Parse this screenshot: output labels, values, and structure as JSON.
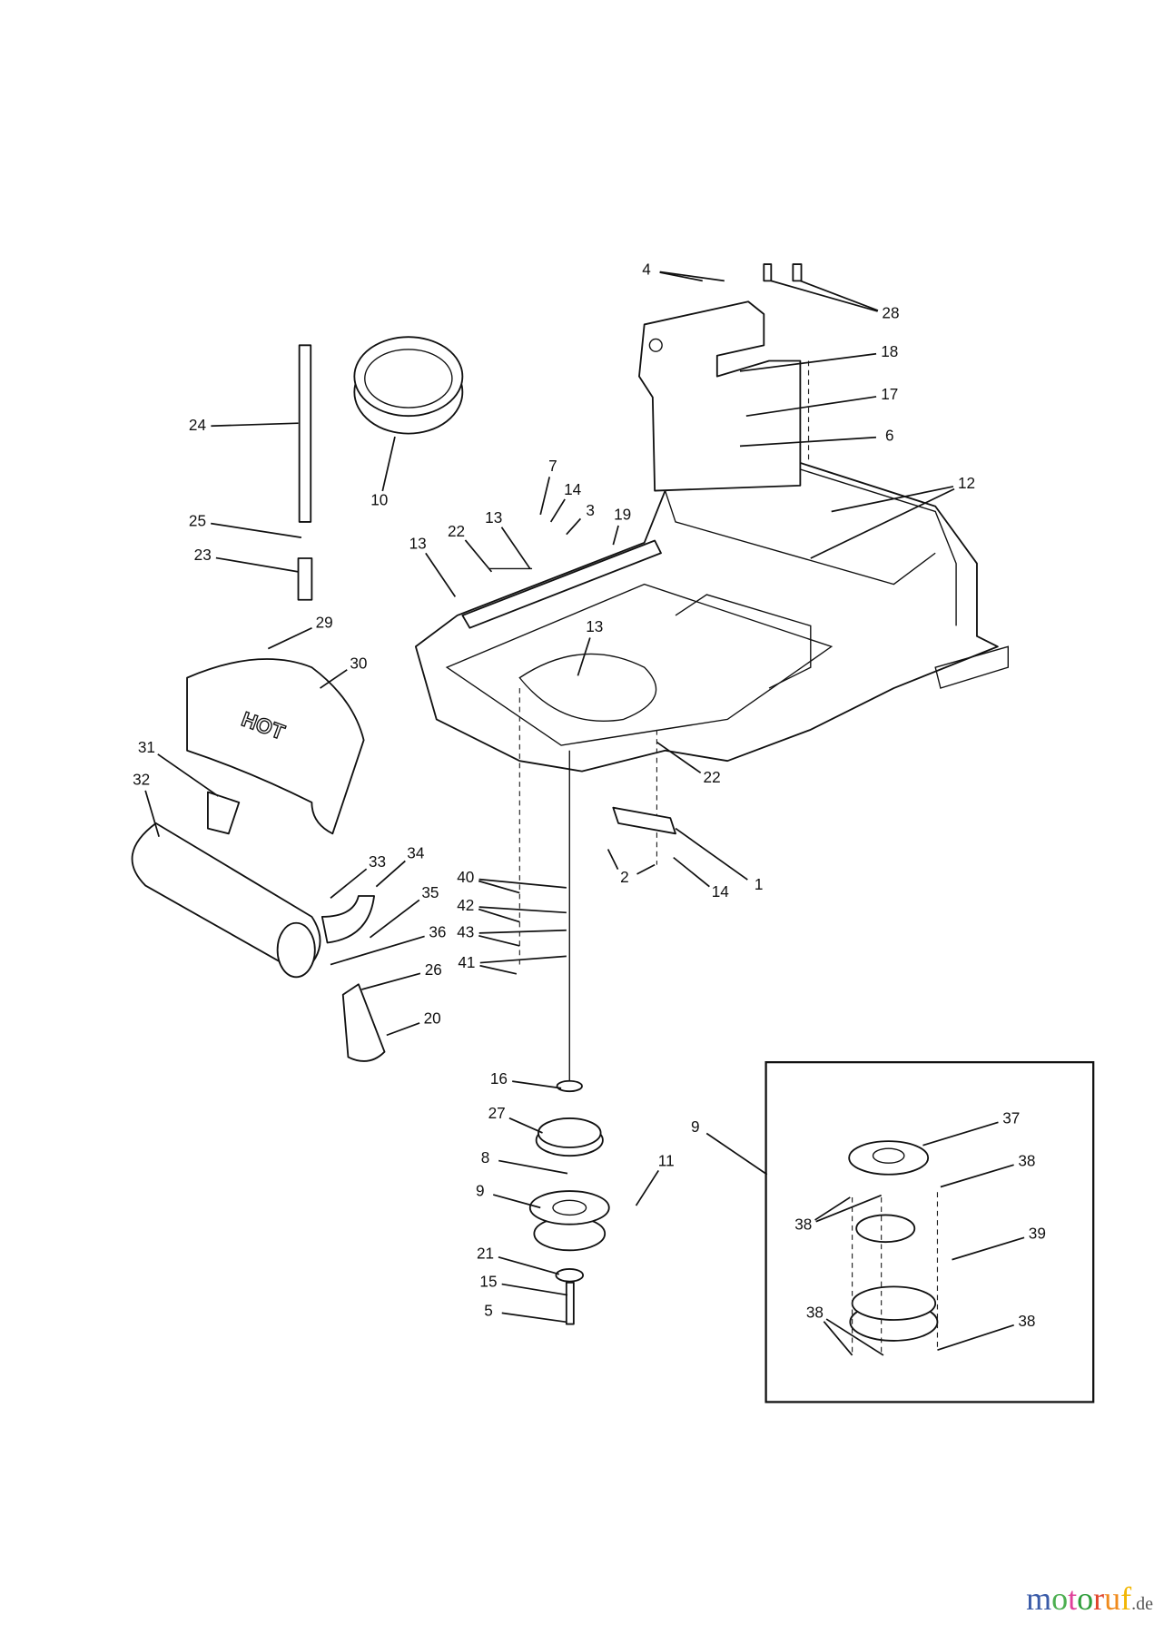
{
  "diagram": {
    "heat_shield_text": "HOT",
    "callouts": [
      "4",
      "28",
      "18",
      "17",
      "6",
      "12",
      "24",
      "10",
      "7",
      "14",
      "3",
      "19",
      "22",
      "13",
      "13",
      "25",
      "23",
      "29",
      "30",
      "13",
      "22",
      "31",
      "32",
      "1",
      "2",
      "14",
      "40",
      "42",
      "43",
      "41",
      "33",
      "34",
      "35",
      "36",
      "26",
      "20",
      "16",
      "27",
      "8",
      "11",
      "9",
      "21",
      "15",
      "5",
      "9",
      "37",
      "38",
      "38",
      "39",
      "38",
      "38"
    ]
  },
  "logo": {
    "letters": [
      "m",
      "o",
      "t",
      "o",
      "r",
      "u",
      "f"
    ],
    "suffix": ".de",
    "colors": [
      "#3a5ba8",
      "#4caf50",
      "#e0409a",
      "#2e9d3a",
      "#e0442a",
      "#f08a1c",
      "#f2b705"
    ]
  }
}
